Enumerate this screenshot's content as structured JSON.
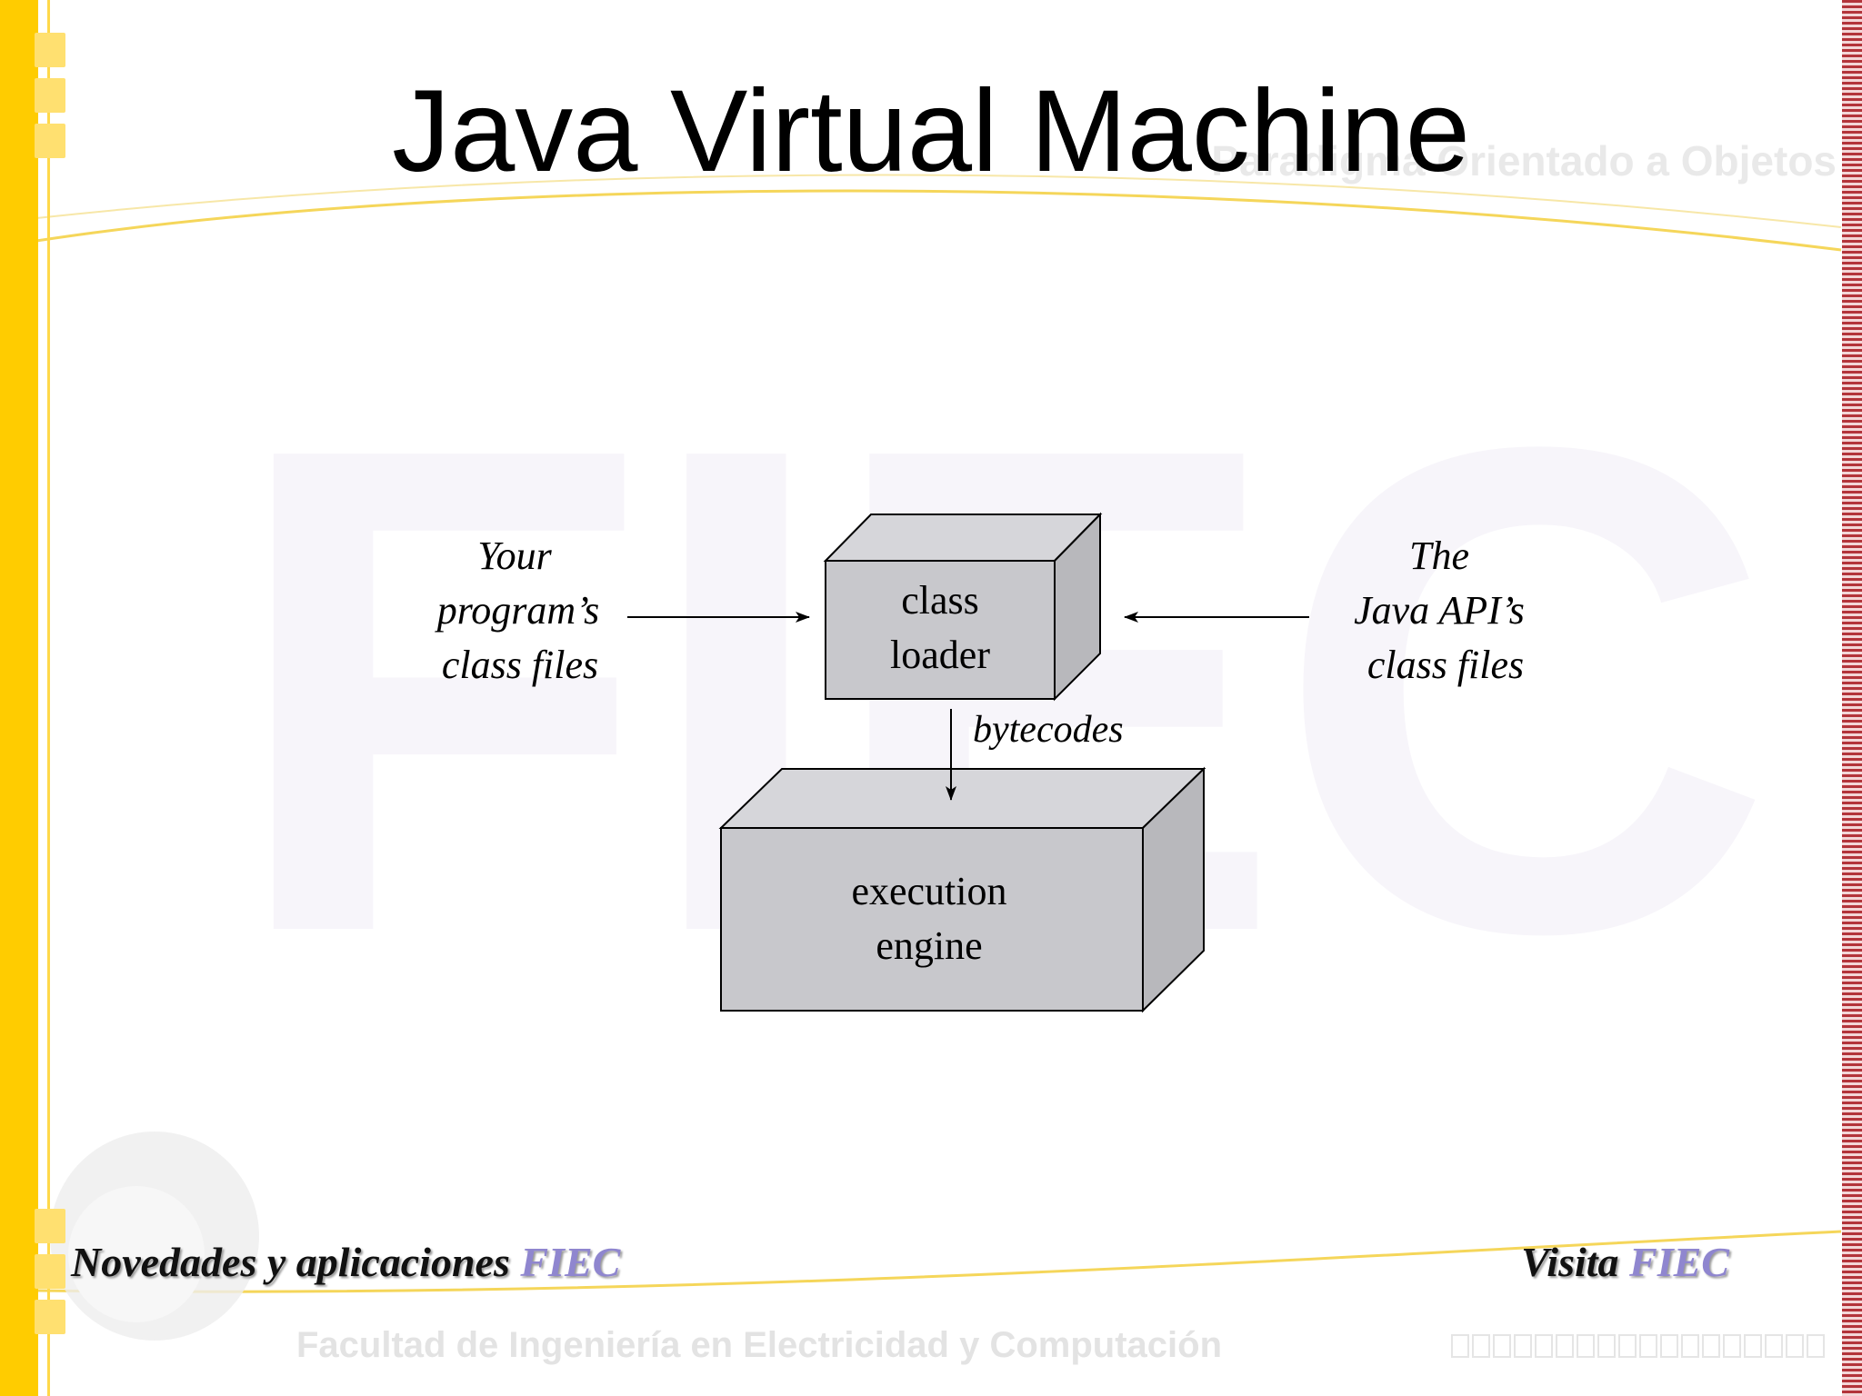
{
  "slide": {
    "title": "Java Virtual Machine",
    "header_subtitle": "Paradigma Orientado a Objetos",
    "watermark": "FIEC"
  },
  "diagram": {
    "source_label": [
      "Your",
      "program’s",
      "class files"
    ],
    "api_label": [
      "The",
      "Java API’s",
      "class files"
    ],
    "class_loader_label": [
      "class",
      "loader"
    ],
    "bytecodes_label": "bytecodes",
    "execution_engine_label": [
      "execution",
      "engine"
    ]
  },
  "footer": {
    "left_text": "Novedades y aplicaciones ",
    "left_accent": "FIEC",
    "right_text": "Visita ",
    "right_accent": "FIEC",
    "bottom_text": "Facultad de Ingeniería en Electricidad y Computación"
  },
  "colors": {
    "left_bar": "#ffcc00",
    "right_stripes": "#b3343a",
    "box_fill": "#c8c8cc",
    "accent": "#8f86cf"
  }
}
